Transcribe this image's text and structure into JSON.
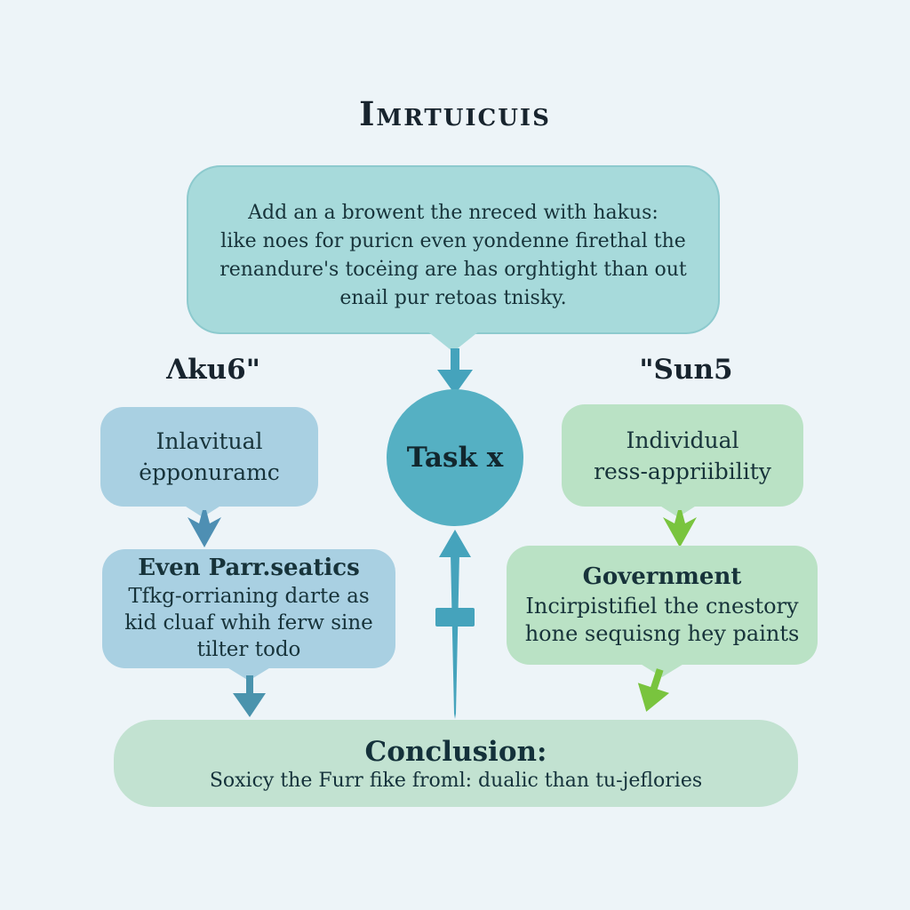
{
  "title": "Imrtuicuis",
  "colors": {
    "background": "#edf4f8",
    "bubble_fill": "#a7dadb",
    "circle_fill": "#55b0c3",
    "blue_box_fill": "#a9d0e2",
    "green_box_fill": "#bae2c5",
    "conclusion_fill": "#c2e2d1",
    "teal_arrow": "#45a3bc",
    "blue_arrow": "#4e8fb3",
    "steel_arrow": "#4a93ad",
    "green_arrow": "#79c43e"
  },
  "bubble": {
    "lines": [
      "Add an a browent the nreced with hakus:",
      "like noes for puricn even yondenne firethal the",
      "renandure's tocėing are has orghtight than out",
      "enail pur retoas tnisky."
    ]
  },
  "center": {
    "task_label": "Task x"
  },
  "left_branch": {
    "label": "Λku6\"",
    "box1_lines": [
      "Inlavitual",
      "ėpponuramc"
    ],
    "box2_title": "Even Parr.seatics",
    "box2_lines": [
      "Tfkg-orrianing darte as",
      "kid cluaf whih ferw sine",
      "tilter todo"
    ]
  },
  "right_branch": {
    "label": "\"Sun5",
    "box1_lines": [
      "Individual",
      "ress-appriibility"
    ],
    "box2_title": "Government",
    "box2_lines": [
      "Incirpistifiel the cnestory",
      "hone sequisng hey paints"
    ]
  },
  "conclusion": {
    "title": "Conclusion:",
    "line": "Soxicy the Furr fike froml: dualic than tu-jeflories"
  }
}
